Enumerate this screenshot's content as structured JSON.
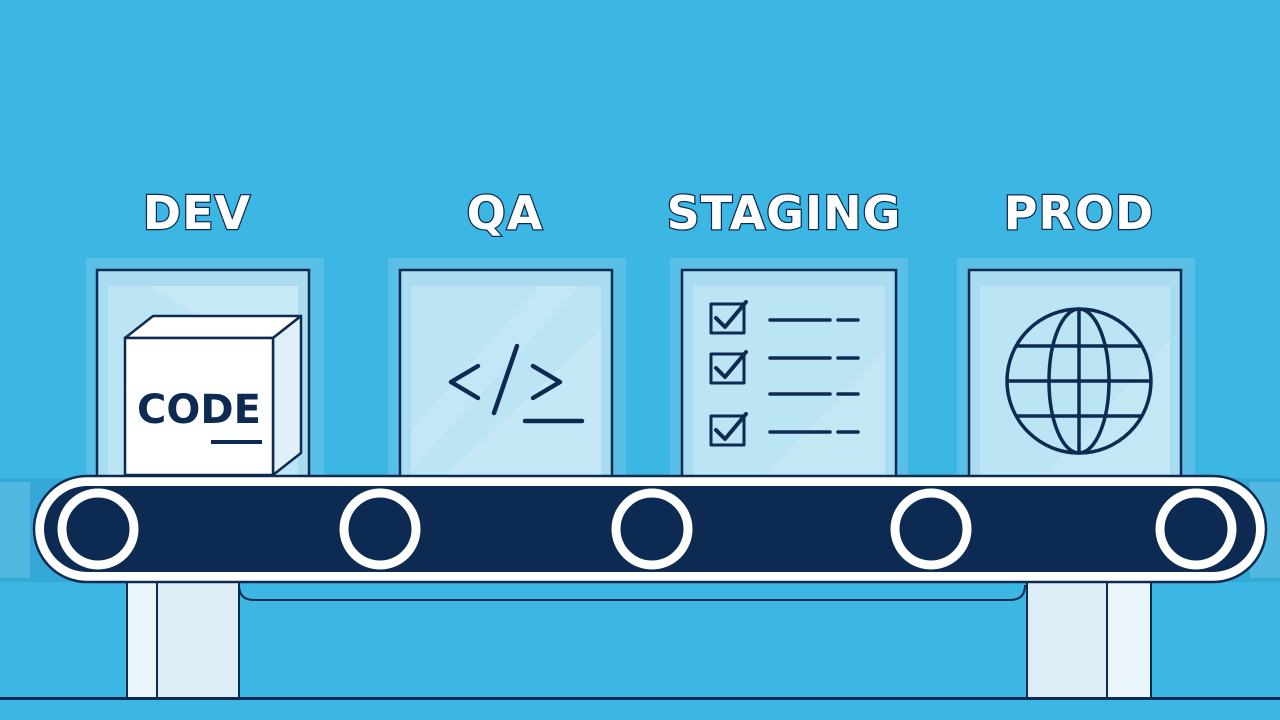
{
  "stages": [
    {
      "label": "DEV",
      "icon": "code-box-icon",
      "box_text": "CODE"
    },
    {
      "label": "QA",
      "icon": "code-brackets-icon"
    },
    {
      "label": "STAGING",
      "icon": "checklist-icon"
    },
    {
      "label": "PROD",
      "icon": "globe-icon"
    }
  ],
  "colors": {
    "background": "#3cb6e3",
    "navy": "#0d2b52",
    "panel": "#a9dcf1",
    "white": "#ffffff"
  }
}
